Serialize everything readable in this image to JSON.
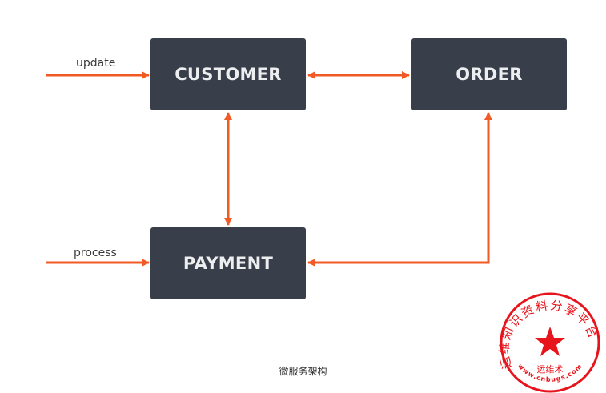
{
  "nodes": {
    "customer": "CUSTOMER",
    "order": "ORDER",
    "payment": "PAYMENT"
  },
  "edges": {
    "update": "update",
    "process": "process"
  },
  "caption": "微服务架构",
  "stamp": {
    "ring_text": "运维知识资料分享平台",
    "center_text": "运维术",
    "url": "www.cnbugs.com"
  },
  "colors": {
    "arrow": "#f15a24",
    "box": "#393f4a",
    "stamp": "#e8141c"
  }
}
